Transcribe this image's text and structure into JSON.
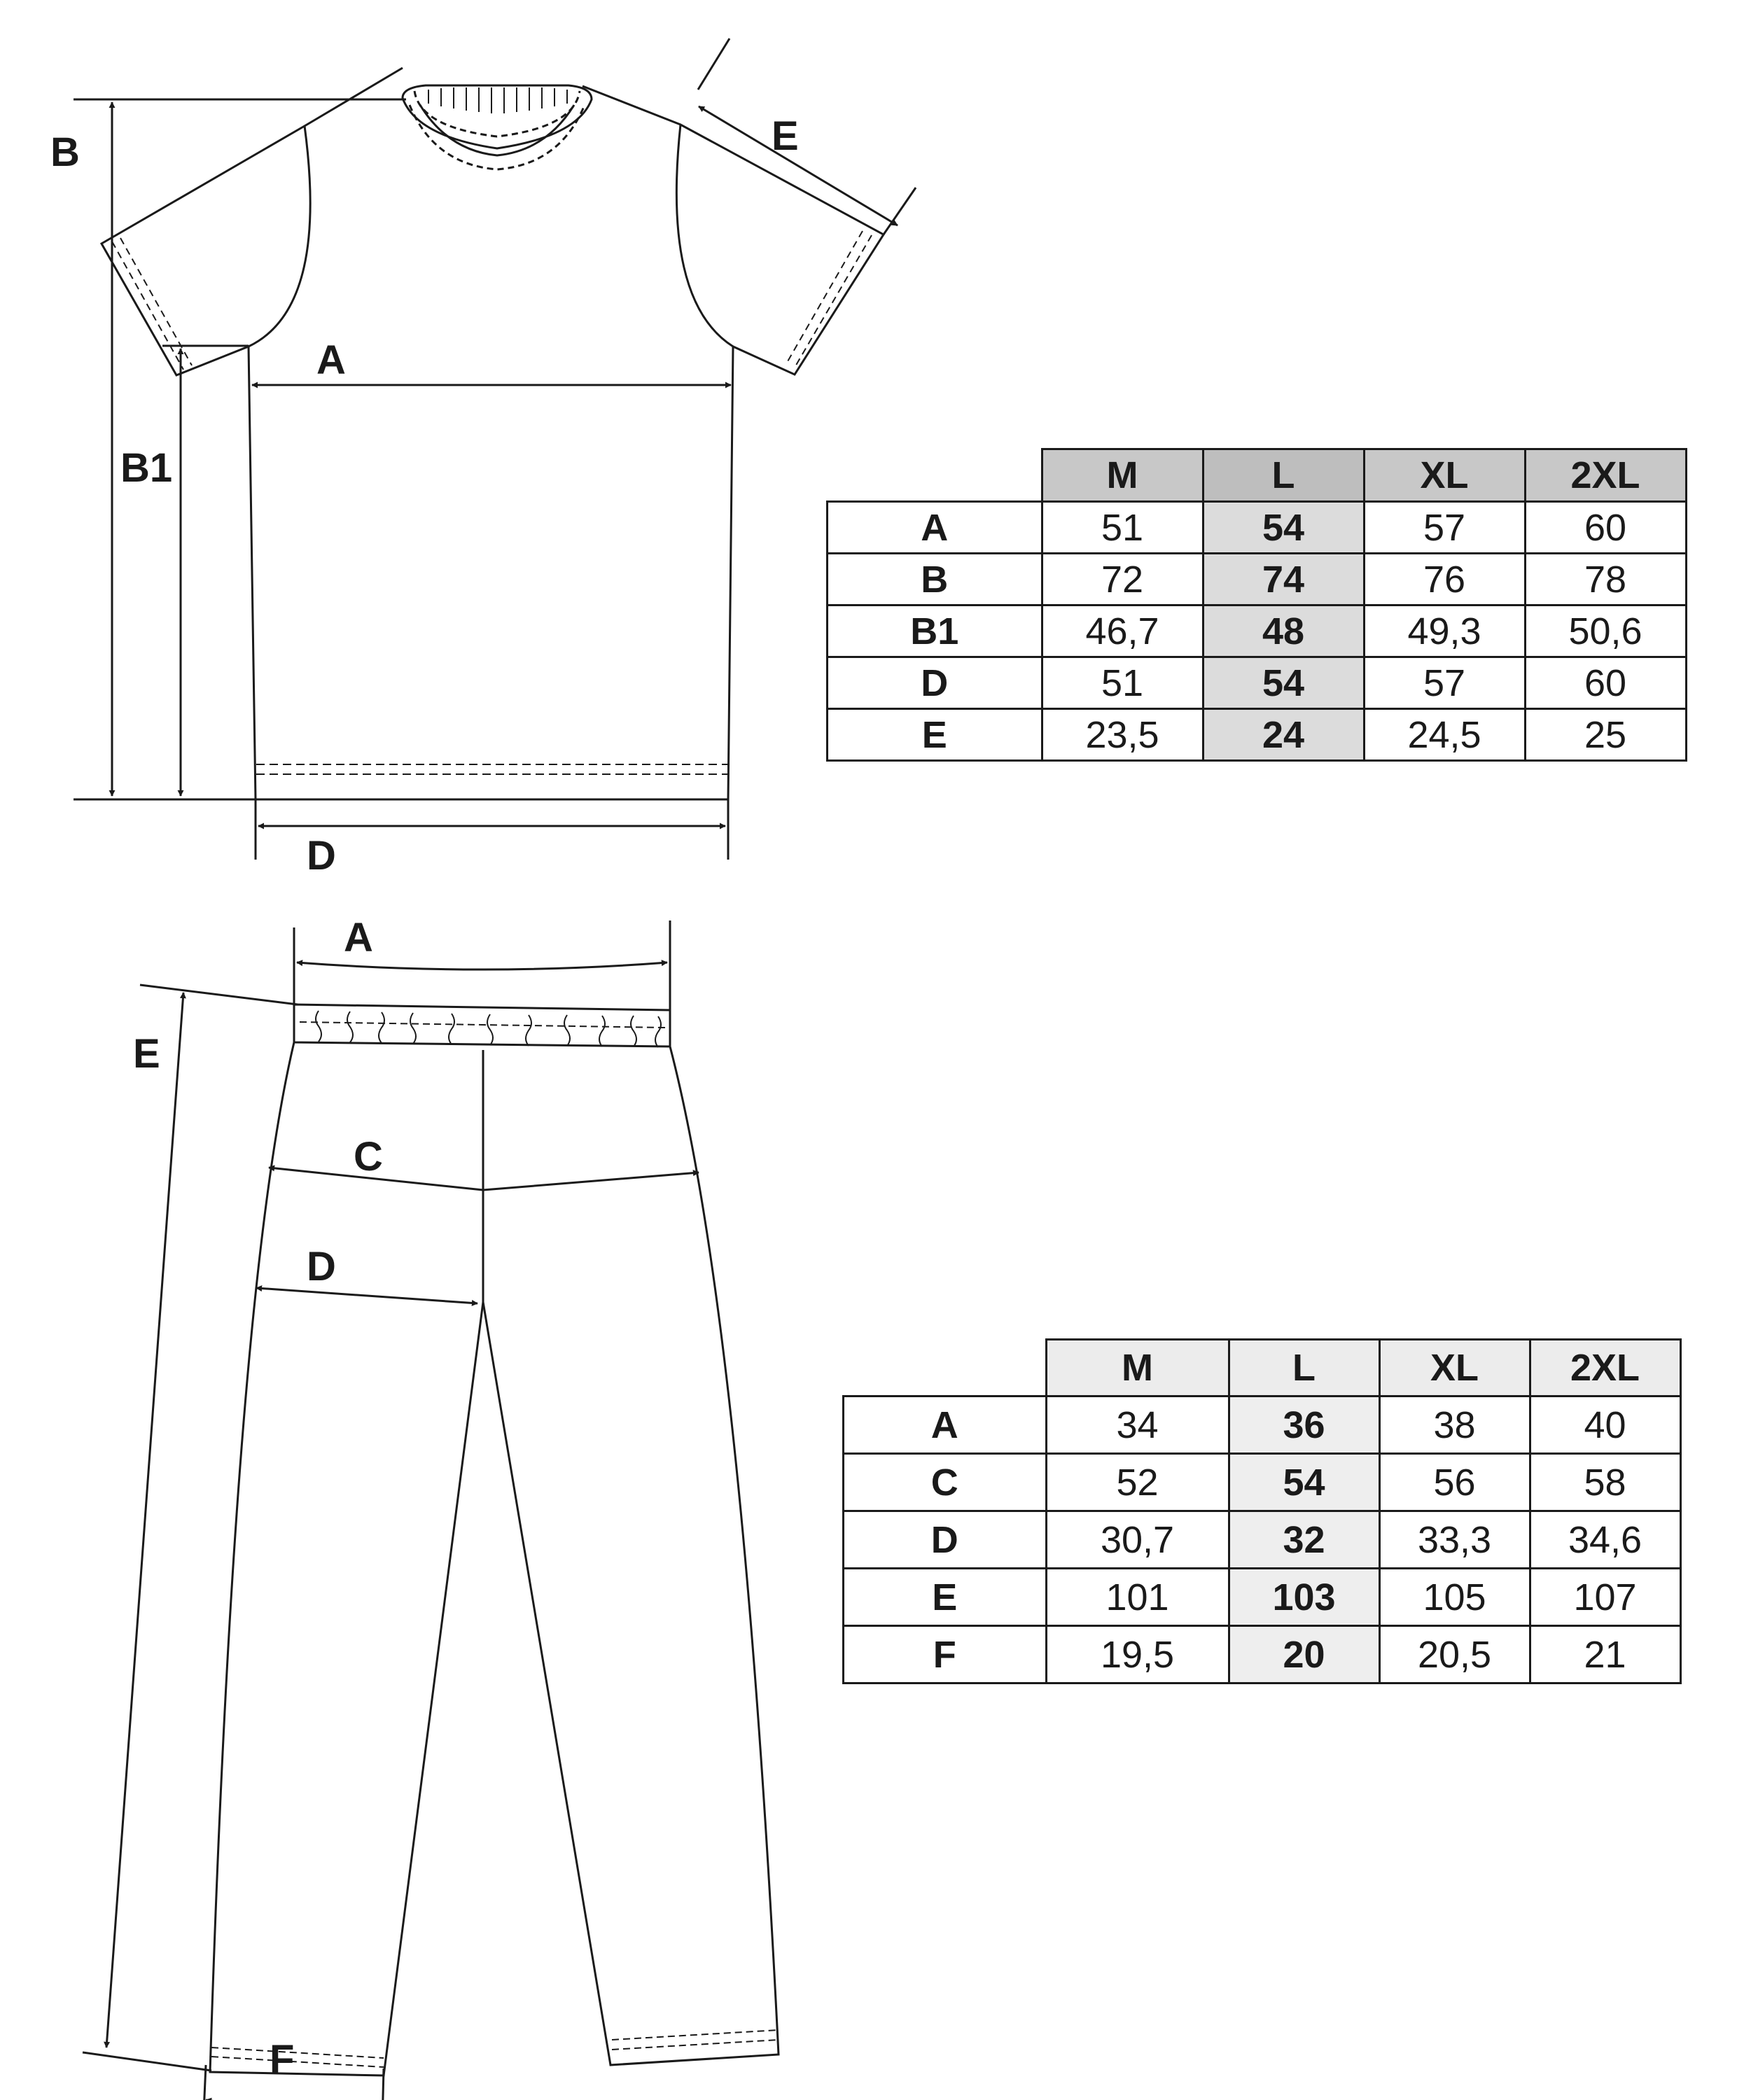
{
  "shirt": {
    "labels": {
      "a": "A",
      "b": "B",
      "b1": "B1",
      "d": "D",
      "e": "E"
    },
    "table": {
      "columns": [
        "M",
        "L",
        "XL",
        "2XL"
      ],
      "highlight_column": "L",
      "header_color": "#c8c8c8",
      "highlight_color": "#dcdcdc",
      "rows": [
        {
          "label": "A",
          "values": [
            "51",
            "54",
            "57",
            "60"
          ]
        },
        {
          "label": "B",
          "values": [
            "72",
            "74",
            "76",
            "78"
          ]
        },
        {
          "label": "B1",
          "values": [
            "46,7",
            "48",
            "49,3",
            "50,6"
          ]
        },
        {
          "label": "D",
          "values": [
            "51",
            "54",
            "57",
            "60"
          ]
        },
        {
          "label": "E",
          "values": [
            "23,5",
            "24",
            "24,5",
            "25"
          ]
        }
      ]
    }
  },
  "pants": {
    "labels": {
      "a": "A",
      "c": "C",
      "d": "D",
      "e": "E",
      "f": "F"
    },
    "table": {
      "columns": [
        "M",
        "L",
        "XL",
        "2XL"
      ],
      "highlight_column": "L",
      "header_color": "#ececec",
      "highlight_color": "#eeeeee",
      "rows": [
        {
          "label": "A",
          "values": [
            "34",
            "36",
            "38",
            "40"
          ]
        },
        {
          "label": "C",
          "values": [
            "52",
            "54",
            "56",
            "58"
          ]
        },
        {
          "label": "D",
          "values": [
            "30,7",
            "32",
            "33,3",
            "34,6"
          ]
        },
        {
          "label": "E",
          "values": [
            "101",
            "103",
            "105",
            "107"
          ]
        },
        {
          "label": "F",
          "values": [
            "19,5",
            "20",
            "20,5",
            "21"
          ]
        }
      ]
    }
  }
}
